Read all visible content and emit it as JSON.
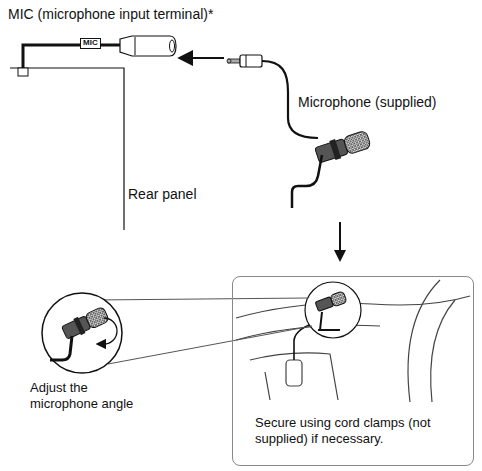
{
  "diagram": {
    "nodes": [
      {
        "text": [
          "MIC"
        ]
      },
      {
        "text": [
          "Secure using cord clamps (not supplied) if necessary."
        ]
      }
    ],
    "labels": [
      "MIC (microphone input terminal)*",
      "Rear panel",
      "Microphone (supplied)",
      "Adjust the microphone angle"
    ]
  }
}
